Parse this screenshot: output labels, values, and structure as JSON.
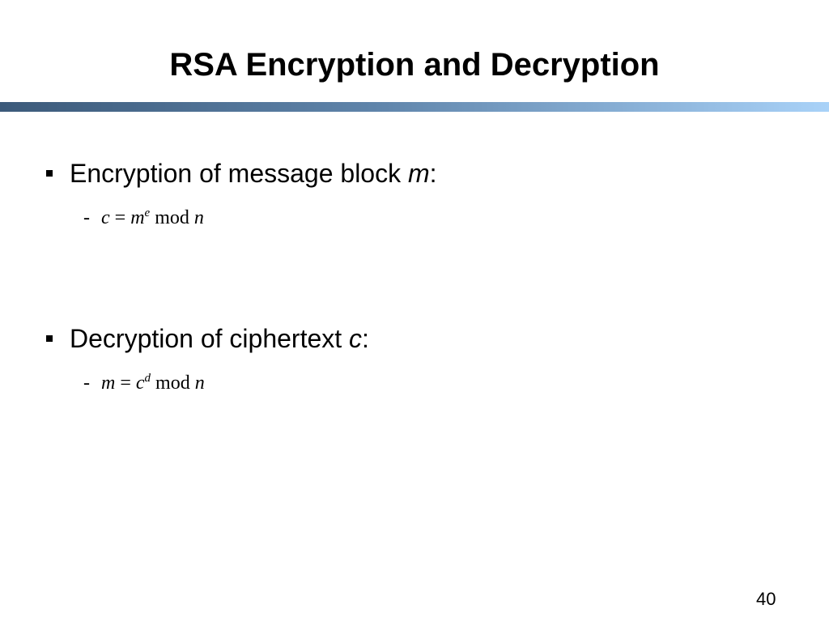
{
  "slide": {
    "title": "RSA Encryption and Decryption",
    "page_number": "40"
  },
  "bullets": [
    {
      "text": "Encryption of message block ",
      "var": "m",
      "suffix": ":",
      "sub": {
        "dash": "-",
        "lhs": "c",
        "equals": " = ",
        "base": "m",
        "exponent": "e",
        "op": " mod ",
        "modulus": "n"
      }
    },
    {
      "text": "Decryption of ciphertext ",
      "var": "c",
      "suffix": ":",
      "sub": {
        "dash": "-",
        "lhs": "m",
        "equals": " = ",
        "base": "c",
        "exponent": "d",
        "op": " mod ",
        "modulus": "n"
      }
    }
  ]
}
